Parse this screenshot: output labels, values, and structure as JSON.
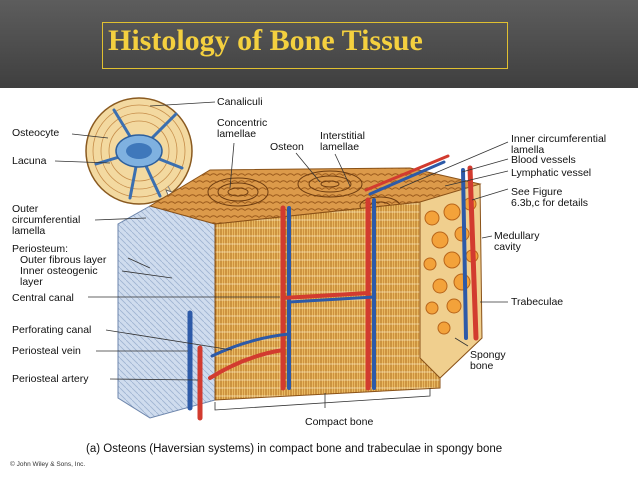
{
  "slide": {
    "title": "Histology of Bone Tissue"
  },
  "diagram": {
    "labels": {
      "canaliculi": "Canaliculi",
      "osteocyte": "Osteocyte",
      "lacuna": "Lacuna",
      "concentric_lamellae_1": "Concentric",
      "concentric_lamellae_2": "lamellae",
      "osteon": "Osteon",
      "interstitial_lamellae_1": "Interstitial",
      "interstitial_lamellae_2": "lamellae",
      "inner_circumferential_1": "Inner circumferential",
      "inner_circumferential_2": "lamella",
      "blood_vessels": "Blood vessels",
      "lymphatic_vessel": "Lymphatic vessel",
      "see_figure_1": "See Figure",
      "see_figure_2": "6.3b,c for details",
      "outer_circumferential_1": "Outer",
      "outer_circumferential_2": "circumferential",
      "outer_circumferential_3": "lamella",
      "medullary_cavity_1": "Medullary",
      "medullary_cavity_2": "cavity",
      "periosteum": "Periosteum:",
      "outer_fibrous_layer": "Outer fibrous layer",
      "inner_osteogenic_1": "Inner osteogenic",
      "inner_osteogenic_2": "layer",
      "central_canal": "Central canal",
      "trabeculae": "Trabeculae",
      "perforating_canal": "Perforating canal",
      "periosteal_vein": "Periosteal vein",
      "spongy_bone_1": "Spongy",
      "spongy_bone_2": "bone",
      "periosteal_artery": "Periosteal artery",
      "compact_bone": "Compact bone"
    },
    "caption": "(a) Osteons (Haversian systems) in compact bone and trabeculae in spongy bone",
    "credit": "© John Wiley & Sons, Inc."
  }
}
